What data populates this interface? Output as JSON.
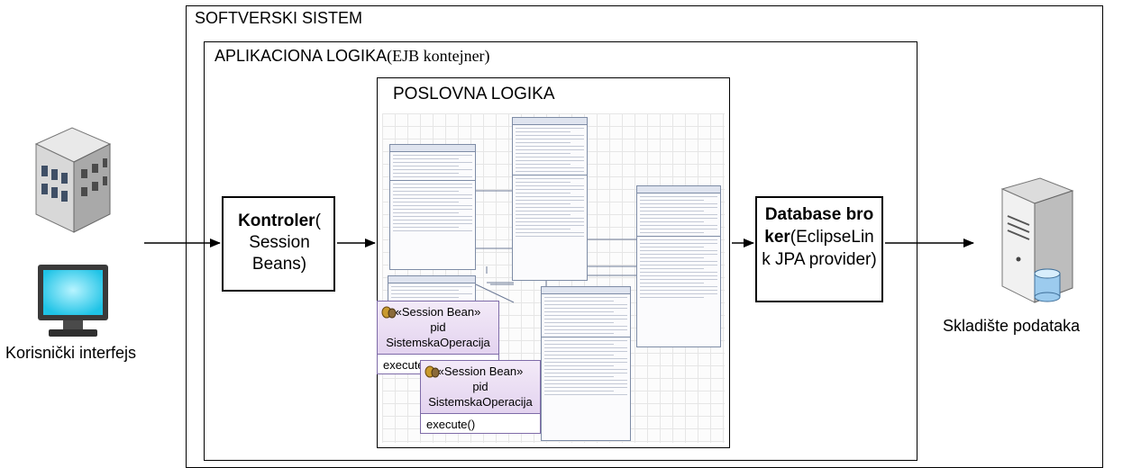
{
  "diagram": {
    "title": "SOFTVERSKI SISTEM",
    "app_logic": {
      "label": "APLIKACIONA LOGIKA",
      "label_paren": "(EJB kontejner)"
    },
    "business_logic": {
      "label": "POSLOVNA LOGIKA"
    },
    "controller": {
      "bold": "Kontroler",
      "rest": "( Session Beans)"
    },
    "broker": {
      "bold": "Database broker",
      "rest": "(EclipseLink JPA provider)"
    },
    "client_label": "Korisnički interfejs",
    "storage_label": "Skladište podataka",
    "session_bean_1": {
      "stereotype": "«Session Bean»",
      "pkg": "pid",
      "name": "SistemskaOperacija",
      "method": "execute()"
    },
    "session_bean_2": {
      "stereotype": "«Session Bean»",
      "pkg": "pid",
      "name": "SistemskaOperacija",
      "method": "execute()"
    }
  }
}
